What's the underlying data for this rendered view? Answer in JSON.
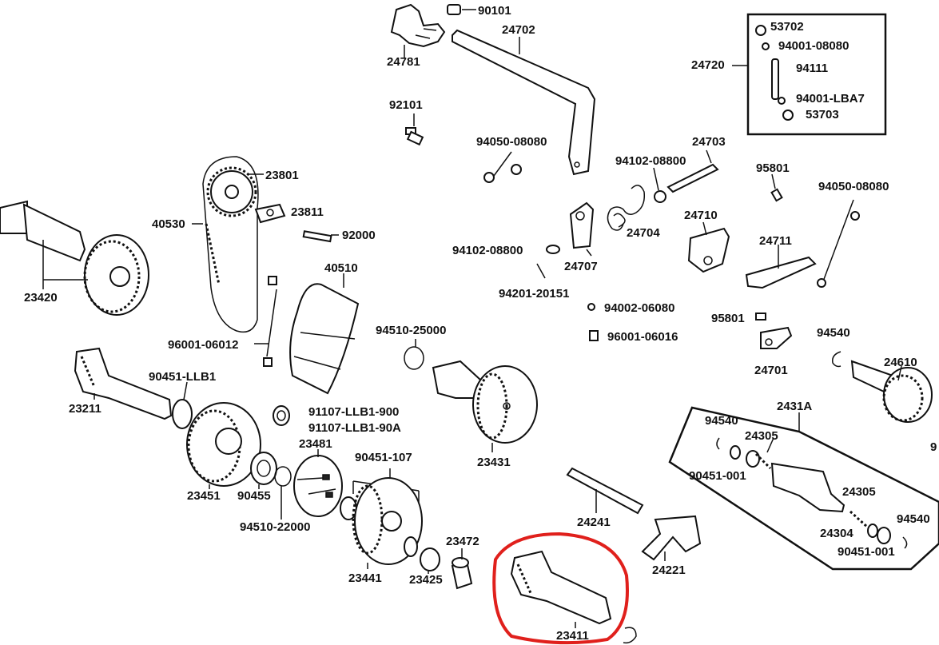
{
  "labels": {
    "p90101": "90101",
    "p24702": "24702",
    "p24781": "24781",
    "p24720": "24720",
    "p53702": "53702",
    "p94001_08080": "94001-08080",
    "p94111": "94111",
    "p94001_LBA7": "94001-LBA7",
    "p53703": "53703",
    "p92101": "92101",
    "p94050_08080_a": "94050-08080",
    "p24703": "24703",
    "p94102_08800_a": "94102-08800",
    "p95801_a": "95801",
    "p94050_08080_b": "94050-08080",
    "p23801": "23801",
    "p40530": "40530",
    "p23811": "23811",
    "p92000": "92000",
    "p24704": "24704",
    "p24710": "24710",
    "p24711": "24711",
    "p94102_08800_b": "94102-08800",
    "p24707": "24707",
    "p40510": "40510",
    "p94201_20151": "94201-20151",
    "p23420": "23420",
    "p94002_06080": "94002-06080",
    "p95801_b": "95801",
    "p96001_06016": "96001-06016",
    "p94510_25000": "94510-25000",
    "p94540_a": "94540",
    "p96001_06012": "96001-06012",
    "p24701": "24701",
    "p24610": "24610",
    "p90451_LLB1": "90451-LLB1",
    "p23211": "23211",
    "p2431A": "2431A",
    "p91107_LLB1_900": "91107-LLB1-900",
    "p91107_LLB1_90A": "91107-LLB1-90A",
    "p94540_b": "94540",
    "p24305_a": "24305",
    "p23481": "23481",
    "p23431": "23431",
    "p90451_107": "90451-107",
    "p23451": "23451",
    "p90455": "90455",
    "p90451_001_a": "90451-001",
    "p24305_b": "24305",
    "p94510_22000": "94510-22000",
    "p24241": "24241",
    "p94540_c": "94540",
    "p24304": "24304",
    "p23472": "23472",
    "p90451_001_b": "90451-001",
    "p24221": "24221",
    "p23441": "23441",
    "p23425": "23425",
    "p23411": "23411",
    "p9_edge": "9"
  },
  "colors": {
    "line": "#111111",
    "highlight": "#e0201c",
    "background": "#ffffff"
  }
}
